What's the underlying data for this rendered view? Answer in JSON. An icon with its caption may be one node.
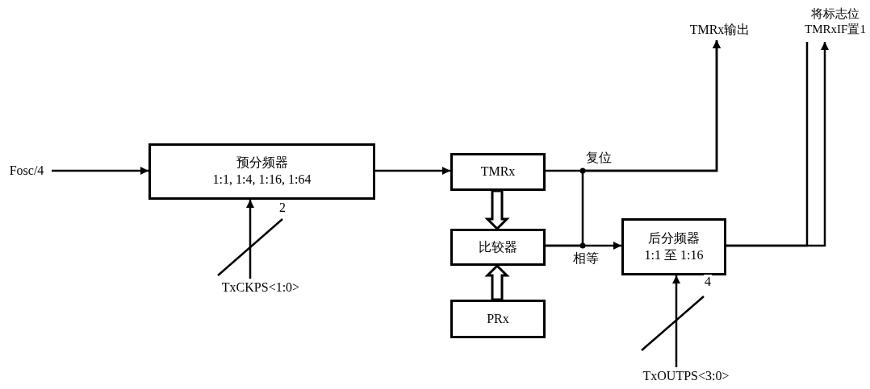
{
  "diagram": {
    "nodes": [
      {
        "text": [
          "Fosc/4"
        ]
      },
      {
        "text": [
          "预分频器",
          "1:1, 1:4, 1:16, 1:64"
        ]
      },
      {
        "text": [
          "TMRx"
        ]
      },
      {
        "text": [
          "比较器"
        ]
      },
      {
        "text": [
          "PRx"
        ]
      },
      {
        "text": [
          "后分频器",
          "1:1 至 1:16"
        ]
      },
      {
        "text": [
          "TxCKPS<1:0>"
        ]
      },
      {
        "text": [
          "TxOUTPS<3:0>"
        ]
      },
      {
        "text": [
          "TMRx输出"
        ]
      },
      {
        "text": [
          "将标志位TMRxIF置1"
        ]
      }
    ],
    "edges": [
      {
        "from": 0,
        "to": 1,
        "arrow": "to"
      },
      {
        "from": 1,
        "to": 2,
        "arrow": "to"
      },
      {
        "from": 2,
        "to": 8,
        "arrow": "to",
        "label": "复位"
      },
      {
        "from": 2,
        "to": 3,
        "arrow": "to",
        "style": "thick"
      },
      {
        "from": 4,
        "to": 3,
        "arrow": "to",
        "style": "thick"
      },
      {
        "from": 3,
        "to": 5,
        "arrow": "to",
        "label": "相等"
      },
      {
        "from": 3,
        "to": 8,
        "arrow": "to"
      },
      {
        "from": 6,
        "to": 1,
        "arrow": "to",
        "label": "2"
      },
      {
        "from": 7,
        "to": 5,
        "arrow": "to",
        "label": "4"
      },
      {
        "from": 5,
        "to": 9,
        "arrow": "to"
      },
      {
        "from": 5,
        "to": 9,
        "arrow": "none"
      }
    ]
  }
}
